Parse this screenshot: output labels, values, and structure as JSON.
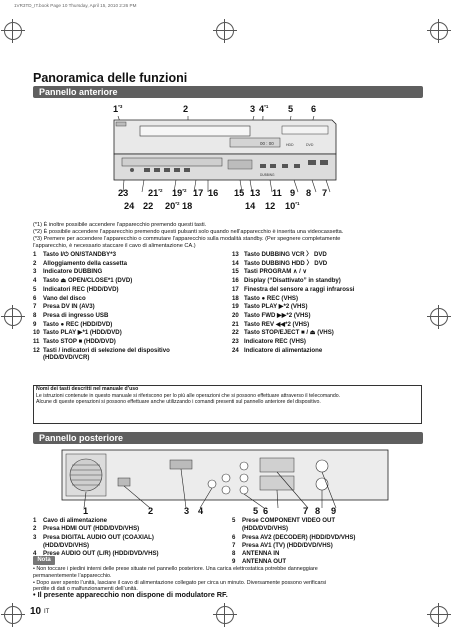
{
  "header_line": "1VR3TD_IT.book  Page 10  Thursday, April 15, 2010  2:26 PM",
  "title": "Panoramica delle funzioni",
  "front": {
    "section": "Pannello anteriore",
    "callouts_top": [
      {
        "n": "1",
        "sup": "*3"
      },
      {
        "n": "2",
        "sup": ""
      },
      {
        "n": "3",
        "sup": ""
      },
      {
        "n": "4",
        "sup": "*1"
      },
      {
        "n": "5",
        "sup": ""
      },
      {
        "n": "6",
        "sup": ""
      }
    ],
    "callouts_mid": [
      {
        "n": "23",
        "sup": ""
      },
      {
        "n": "21",
        "sup": "*2"
      },
      {
        "n": "19",
        "sup": "*2"
      },
      {
        "n": "17",
        "sup": ""
      },
      {
        "n": "16",
        "sup": ""
      },
      {
        "n": "15",
        "sup": ""
      },
      {
        "n": "13",
        "sup": ""
      },
      {
        "n": "11",
        "sup": ""
      },
      {
        "n": "9",
        "sup": ""
      },
      {
        "n": "8",
        "sup": ""
      },
      {
        "n": "7",
        "sup": ""
      }
    ],
    "callouts_bot": [
      {
        "n": "24",
        "sup": ""
      },
      {
        "n": "22",
        "sup": ""
      },
      {
        "n": "20",
        "sup": "*2"
      },
      {
        "n": "18",
        "sup": ""
      },
      {
        "n": "14",
        "sup": ""
      },
      {
        "n": "12",
        "sup": ""
      },
      {
        "n": "10",
        "sup": "*1"
      }
    ],
    "device_text": {
      "display": "00 : 00",
      "dubbing": "DUBBING",
      "hdd": "HDD",
      "dvd": "DVD"
    },
    "notes": [
      "(*1) È inoltre possibile accendere l’apparecchio premendo questi tasti.",
      "(*2) È possibile accendere l’apparecchio premendo questi pulsanti solo quando nell’apparecchio è inserita una videocassetta.",
      "(*3) Premere per accendere l’apparecchio o commutare l’apparecchio sulla modalità standby. (Per spegnere completamente",
      "      l’apparecchio, è necessario staccare il cavo di alimentazione CA.)"
    ],
    "items_left": [
      {
        "n": "1",
        "t": "Tasto I/⏻ ON/STANDBY*3"
      },
      {
        "n": "2",
        "t": "Alloggiamento della cassetta"
      },
      {
        "n": "3",
        "t": "Indicatore DUBBING"
      },
      {
        "n": "4",
        "t": "Tasto ⏏ OPEN/CLOSE*1 (DVD)"
      },
      {
        "n": "5",
        "t": "Indicatori REC (HDD/DVD)"
      },
      {
        "n": "6",
        "t": "Vano del disco"
      },
      {
        "n": "7",
        "t": "Presa DV IN (AV3)"
      },
      {
        "n": "8",
        "t": "Presa di ingresso USB"
      },
      {
        "n": "9",
        "t": "Tasto ● REC (HDD/DVD)"
      },
      {
        "n": "10",
        "t": "Tasto PLAY ▶*1 (HDD/DVD)"
      },
      {
        "n": "11",
        "t": "Tasto STOP ■ (HDD/DVD)"
      },
      {
        "n": "12",
        "t": "Tasti / indicatori di selezione del dispositivo"
      },
      {
        "n": "",
        "t": "(HDD/DVD/VCR)"
      }
    ],
    "items_right": [
      {
        "n": "13",
        "t": "Tasto DUBBING VCR 〉 DVD"
      },
      {
        "n": "14",
        "t": "Tasto DUBBING HDD 〉 DVD"
      },
      {
        "n": "15",
        "t": "Tasti PROGRAM ∧ / ∨"
      },
      {
        "n": "16",
        "t": "Display (“Disattivato” in standby)"
      },
      {
        "n": "17",
        "t": "Finestra del sensore a raggi infrarossi"
      },
      {
        "n": "18",
        "t": "Tasto ● REC (VHS)"
      },
      {
        "n": "19",
        "t": "Tasto PLAY ▶*2 (VHS)"
      },
      {
        "n": "20",
        "t": "Tasto FWD ▶▶*2 (VHS)"
      },
      {
        "n": "21",
        "t": "Tasto REV ◀◀*2 (VHS)"
      },
      {
        "n": "22",
        "t": "Tasto STOP/EJECT ■ / ⏏ (VHS)"
      },
      {
        "n": "23",
        "t": "Indicatore REC (VHS)"
      },
      {
        "n": "24",
        "t": "Indicatore di alimentazione"
      }
    ],
    "box_title": "Nomi dei tasti descritti nel manuale d’uso",
    "box_lines": [
      "Le istruzioni contenute in questo manuale si riferiscono per lo più alle operazioni che si possono effettuare attraverso il telecomando.",
      "Alcune di queste operazioni si possono effettuare anche utilizzando i comandi presenti sul pannello anteriore del dispositivo."
    ]
  },
  "rear": {
    "section": "Pannello posteriore",
    "callouts": [
      "1",
      "2",
      "3",
      "4",
      "5",
      "6",
      "7",
      "8",
      "9"
    ],
    "items_left": [
      {
        "n": "1",
        "t": "Cavo di alimentazione"
      },
      {
        "n": "2",
        "t": "Presa HDMI OUT (HDD/DVD/VHS)"
      },
      {
        "n": "3",
        "t": "Presa DIGITAL AUDIO OUT (COAXIAL)"
      },
      {
        "n": "",
        "t": "(HDD/DVD/VHS)"
      },
      {
        "n": "4",
        "t": "Prese AUDIO OUT (L/R) (HDD/DVD/VHS)"
      }
    ],
    "items_right": [
      {
        "n": "5",
        "t": "Prese COMPONENT VIDEO OUT"
      },
      {
        "n": "",
        "t": "(HDD/DVD/VHS)"
      },
      {
        "n": "6",
        "t": "Presa AV2 (DECODER) (HDD/DVD/VHS)"
      },
      {
        "n": "7",
        "t": "Presa AV1 (TV) (HDD/DVD/VHS)"
      },
      {
        "n": "8",
        "t": "ANTENNA IN"
      },
      {
        "n": "9",
        "t": "ANTENNA OUT"
      }
    ]
  },
  "nota": {
    "label": "Nota",
    "bullets": [
      "• Non toccare i piedini interni delle prese situate nel pannello posteriore. Una carica elettrostatica potrebbe danneggiare",
      "   permanentemente l’apparecchio.",
      "• Dopo aver spento l’unità, lasciare il cavo di alimentazione collegato per circa un minuto. Diversamente possono verificarsi",
      "   perdite di dati o malfunzionamenti dell’unità."
    ],
    "big": "• Il presente apparecchio non dispone di modulatore RF."
  },
  "footer": {
    "page": "10",
    "lang": "IT"
  }
}
